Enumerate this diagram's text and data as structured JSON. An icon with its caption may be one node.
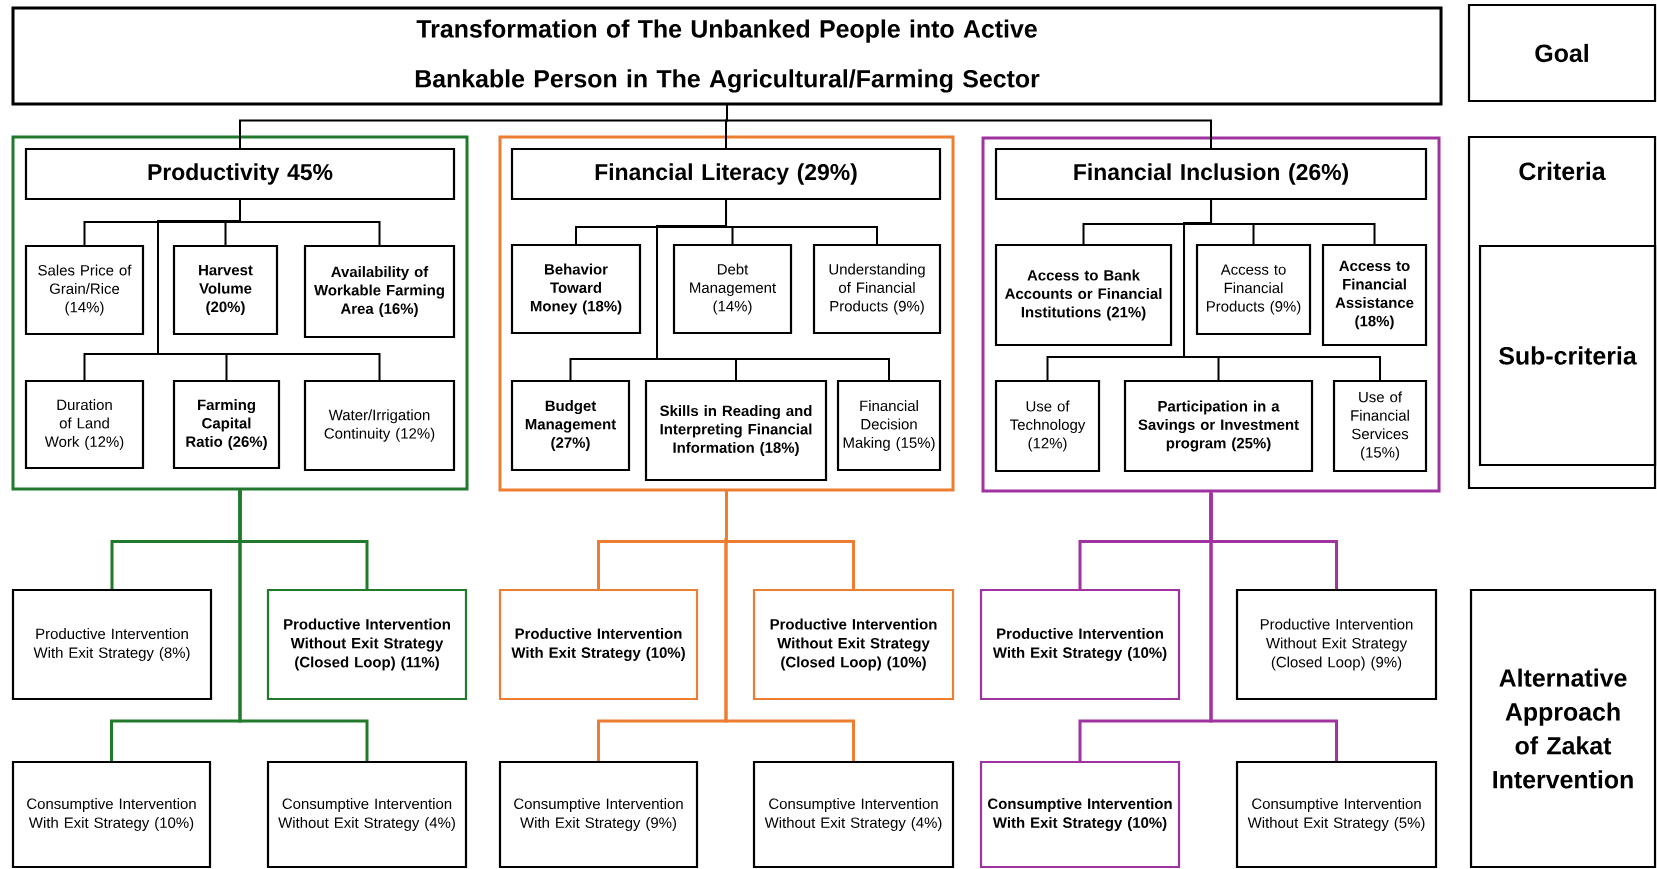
{
  "diagram": {
    "nodes": [
      {
        "text": [
          "Transformation of The Unbanked People into Active Bankable Person in The Agricultural/Farming Sector"
        ]
      },
      {
        "text": [
          "Goal"
        ]
      },
      {
        "text": [],
        "shape": "box"
      },
      {
        "text": [
          "Productivity 45%"
        ],
        "in": 2
      },
      {
        "text": [
          "Sales Price of Grain/Rice (14%)"
        ],
        "in": 2
      },
      {
        "text": [
          "Harvest Volume (20%)"
        ],
        "in": 2
      },
      {
        "text": [
          "Availability of Workable Farming Area (16%)"
        ],
        "in": 2
      },
      {
        "text": [
          "Duration of Land Work (12%)"
        ],
        "in": 2
      },
      {
        "text": [
          "Farming Capital Ratio (26%)"
        ],
        "in": 2
      },
      {
        "text": [
          "Water/Irrigation Continuity (12%)"
        ],
        "in": 2
      },
      {
        "text": [],
        "shape": "box"
      },
      {
        "text": [
          "Financial Literacy (29%)"
        ],
        "in": 10
      },
      {
        "text": [
          "Behavior Toward Money (18%)"
        ],
        "in": 10
      },
      {
        "text": [
          "Debt Management (14%)"
        ],
        "in": 10
      },
      {
        "text": [
          "Understanding of Financial Products (9%)"
        ],
        "in": 10
      },
      {
        "text": [
          "Budget Management (27%)"
        ],
        "in": 10
      },
      {
        "text": [
          "Skills in Reading and Interpreting Financial Information (18%)"
        ],
        "in": 10
      },
      {
        "text": [
          "Financial Decision Making (15%)"
        ],
        "in": 10
      },
      {
        "text": [],
        "shape": "box"
      },
      {
        "text": [
          "Financial Inclusion (26%)"
        ],
        "in": 18
      },
      {
        "text": [
          "Access to Bank Accounts or Financial Institutions (21%)"
        ],
        "in": 18
      },
      {
        "text": [
          "Access to Financial Products (9%)"
        ],
        "in": 18
      },
      {
        "text": [
          "Access to Financial Assistance (18%)"
        ],
        "in": 18
      },
      {
        "text": [
          "Use of Technology (12%)"
        ],
        "in": 18
      },
      {
        "text": [
          "Participation in a Savings or Investment program (25%)"
        ],
        "in": 18
      },
      {
        "text": [
          "Use of Financial Services (15%)"
        ],
        "in": 18
      },
      {
        "text": [
          "Criteria"
        ]
      },
      {
        "text": [
          "Sub-criteria"
        ],
        "in": 26
      },
      {
        "text": [
          "Productive Intervention With Exit Strategy (8%)"
        ]
      },
      {
        "text": [
          "Productive Intervention Without Exit Strategy (Closed Loop) (11%)"
        ]
      },
      {
        "text": [
          "Consumptive Intervention With Exit Strategy (10%)"
        ]
      },
      {
        "text": [
          "Consumptive Intervention Without Exit Strategy (4%)"
        ]
      },
      {
        "text": [
          "Productive Intervention With Exit Strategy (10%)"
        ]
      },
      {
        "text": [
          "Productive Intervention Without Exit Strategy (Closed Loop) (10%)"
        ]
      },
      {
        "text": [
          "Consumptive Intervention With Exit Strategy (9%)"
        ]
      },
      {
        "text": [
          "Consumptive Intervention Without Exit Strategy (4%)"
        ]
      },
      {
        "text": [
          "Productive Intervention With Exit Strategy (10%)"
        ]
      },
      {
        "text": [
          "Productive Intervention Without Exit Strategy (Closed Loop) (9%)"
        ]
      },
      {
        "text": [
          "Consumptive Intervention With Exit Strategy (10%)"
        ]
      },
      {
        "text": [
          "Consumptive Intervention Without Exit Strategy (5%)"
        ]
      },
      {
        "text": [
          "Alternative Approach of Zakat Intervention"
        ]
      }
    ],
    "edges": [
      {
        "from": 0,
        "to": 3,
        "arrow": "none"
      },
      {
        "from": 0,
        "to": 11,
        "arrow": "none"
      },
      {
        "from": 0,
        "to": 19,
        "arrow": "none"
      },
      {
        "from": 3,
        "to": 4,
        "arrow": "none"
      },
      {
        "from": 3,
        "to": 5,
        "arrow": "none"
      },
      {
        "from": 3,
        "to": 6,
        "arrow": "none"
      },
      {
        "from": 3,
        "to": 7,
        "arrow": "none"
      },
      {
        "from": 3,
        "to": 8,
        "arrow": "none"
      },
      {
        "from": 3,
        "to": 9,
        "arrow": "none"
      },
      {
        "from": 11,
        "to": 12,
        "arrow": "none"
      },
      {
        "from": 11,
        "to": 13,
        "arrow": "none"
      },
      {
        "from": 11,
        "to": 14,
        "arrow": "none"
      },
      {
        "from": 11,
        "to": 15,
        "arrow": "none"
      },
      {
        "from": 11,
        "to": 16,
        "arrow": "none"
      },
      {
        "from": 11,
        "to": 17,
        "arrow": "none"
      },
      {
        "from": 19,
        "to": 20,
        "arrow": "none"
      },
      {
        "from": 19,
        "to": 21,
        "arrow": "none"
      },
      {
        "from": 19,
        "to": 22,
        "arrow": "none"
      },
      {
        "from": 19,
        "to": 23,
        "arrow": "none"
      },
      {
        "from": 19,
        "to": 24,
        "arrow": "none"
      },
      {
        "from": 19,
        "to": 25,
        "arrow": "none"
      },
      {
        "from": 2,
        "to": 28,
        "arrow": "none",
        "color": "#217a2c"
      },
      {
        "from": 2,
        "to": 29,
        "arrow": "none",
        "color": "#217a2c"
      },
      {
        "from": 2,
        "to": 30,
        "arrow": "none",
        "color": "#217a2c"
      },
      {
        "from": 2,
        "to": 31,
        "arrow": "none",
        "color": "#217a2c"
      },
      {
        "from": 10,
        "to": 32,
        "arrow": "none",
        "color": "#ed7d31"
      },
      {
        "from": 10,
        "to": 33,
        "arrow": "none",
        "color": "#ed7d31"
      },
      {
        "from": 10,
        "to": 34,
        "arrow": "none",
        "color": "#ed7d31"
      },
      {
        "from": 10,
        "to": 35,
        "arrow": "none",
        "color": "#ed7d31"
      },
      {
        "from": 18,
        "to": 36,
        "arrow": "none",
        "color": "#a033a0"
      },
      {
        "from": 18,
        "to": 37,
        "arrow": "none",
        "color": "#a033a0"
      },
      {
        "from": 18,
        "to": 38,
        "arrow": "none",
        "color": "#a033a0"
      },
      {
        "from": 18,
        "to": 39,
        "arrow": "none",
        "color": "#a033a0"
      }
    ]
  }
}
